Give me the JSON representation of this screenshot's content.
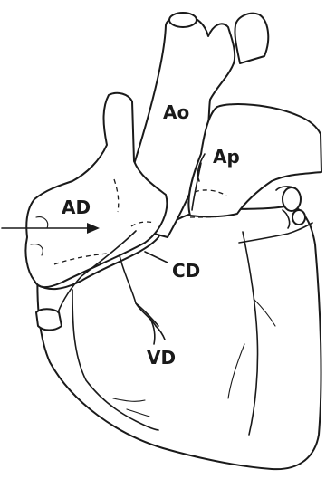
{
  "labels": {
    "aorta": "Ao",
    "pulmonary_artery": "Ap",
    "right_atrium": "AD",
    "right_coronary": "CD",
    "right_ventricle": "VD"
  },
  "colors": {
    "ink": "#1a1a1a",
    "background": "#ffffff"
  }
}
